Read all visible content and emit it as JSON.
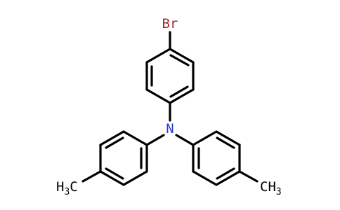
{
  "molecule": {
    "atoms": {
      "bromine": "Br",
      "nitrogen": "N",
      "methyl_left_h": "H",
      "methyl_left_sub": "3",
      "methyl_left_c": "C",
      "methyl_right_c": "CH",
      "methyl_right_sub": "3"
    },
    "colors": {
      "bond": "#000000",
      "bromine": "#a52a2a",
      "nitrogen": "#2b3ccf",
      "carbon": "#000000"
    }
  }
}
